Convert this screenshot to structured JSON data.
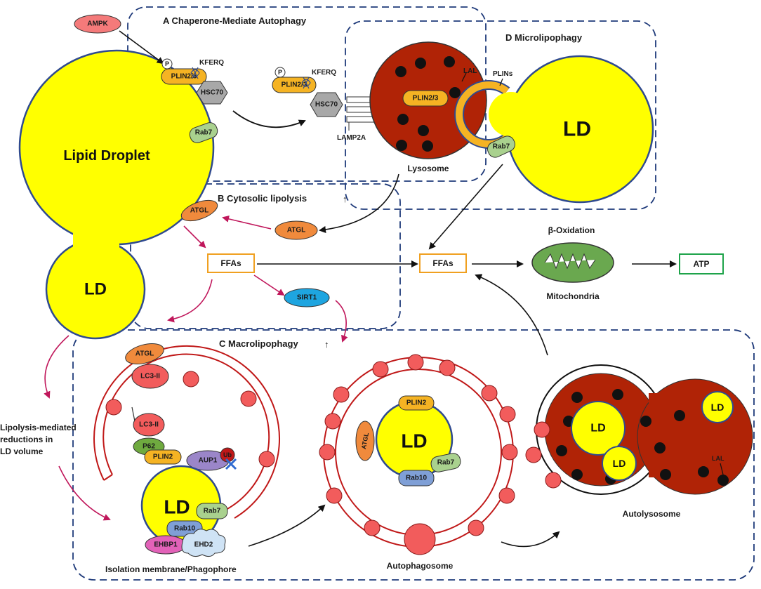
{
  "panels": {
    "a": "A  Chaperone-Mediate Autophagy",
    "b": "B  Cytosolic lipolysis",
    "c": "C  Macrolipophagy",
    "d": "D  Microlipophagy"
  },
  "arrows": {
    "up": "↑"
  },
  "molecules": {
    "ampk": "AMPK",
    "p": "P",
    "plin23": "PLIN2/3",
    "kferq": "KFERQ",
    "hsc70": "HSC70",
    "rab7": "Rab7",
    "lamp2a": "LAMP2A",
    "lal": "LAL",
    "plins": "PLINs",
    "atgl": "ATGL",
    "sirt1": "SIRT1",
    "ffas": "FFAs",
    "atp": "ATP",
    "lc3ii": "LC3-II",
    "p62": "P62",
    "plin2": "PLIN2",
    "aup1": "AUP1",
    "ub": "Ub",
    "rab10": "Rab10",
    "ehbp1": "EHBP1",
    "ehd2": "EHD2"
  },
  "structures": {
    "lipid_droplet": "Lipid Droplet",
    "ld": "LD",
    "lysosome": "Lysosome",
    "mitochondria": "Mitochondria",
    "beta_oxidation": "β-Oxidation",
    "autophagosome": "Autophagosome",
    "autolysosome": "Autolysosome",
    "isolation_membrane": "Isolation membrane/Phagophore"
  },
  "notes": {
    "lipolysis_line1": "Lipolysis-mediated",
    "lipolysis_line2": "reductions in",
    "lipolysis_line3": "LD volume"
  },
  "colors": {
    "ld_yellow": "#ffff00",
    "ld_border": "#2f4a8f",
    "lysosome": "#b02306",
    "vesicle": "#f25c5c",
    "membrane": "#c01818",
    "dash_box": "#1f3a7a",
    "arrow_magenta": "#c0175b",
    "plin_orange": "#f5b323",
    "atgl_orange": "#f08a3c",
    "rab7_green": "#a9d18e",
    "rab10_blue": "#7f9fd6",
    "sirt1_blue": "#1ea5e0",
    "ampk_red": "#f47a7a",
    "p62_green": "#6faa3f",
    "aup1_purple": "#9b86c9",
    "ehbp1_pink": "#e262b8",
    "ehd2_blue": "#cfe3f5",
    "mito_green": "#6aa84f",
    "ffa_box": "#f0a020",
    "atp_box": "#1ea34a"
  }
}
